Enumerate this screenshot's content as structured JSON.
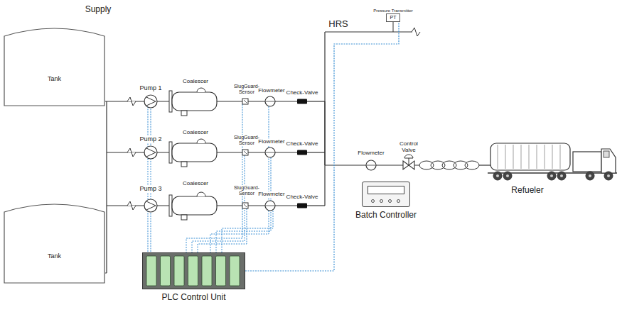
{
  "diagram": {
    "nodes": [
      {
        "text": [
          "Tank"
        ]
      },
      {
        "text": [
          "Tank"
        ]
      },
      {
        "text": [
          "Pressure Transmitter",
          "PT"
        ]
      },
      {
        "text": [
          "Batch Controller"
        ]
      },
      {
        "text": [
          "PLC Control Unit"
        ]
      }
    ],
    "edges": [
      {
        "from": 4,
        "to": 2,
        "arrow": "none"
      }
    ],
    "labels": [
      "Supply",
      "Pump 1",
      "Pump 2",
      "Pump 3",
      "Coalescer",
      "Coalescer",
      "Coalescer",
      "SlugGuard-Sensor",
      "SlugGuard-Sensor",
      "SlugGuard-Sensor",
      "Flowmeter",
      "Flowmeter",
      "Flowmeter",
      "Check-Valve",
      "Check-Valve",
      "Check-Valve",
      "HRS",
      "Flowmeter",
      "Control Valve",
      "Refueler"
    ]
  }
}
